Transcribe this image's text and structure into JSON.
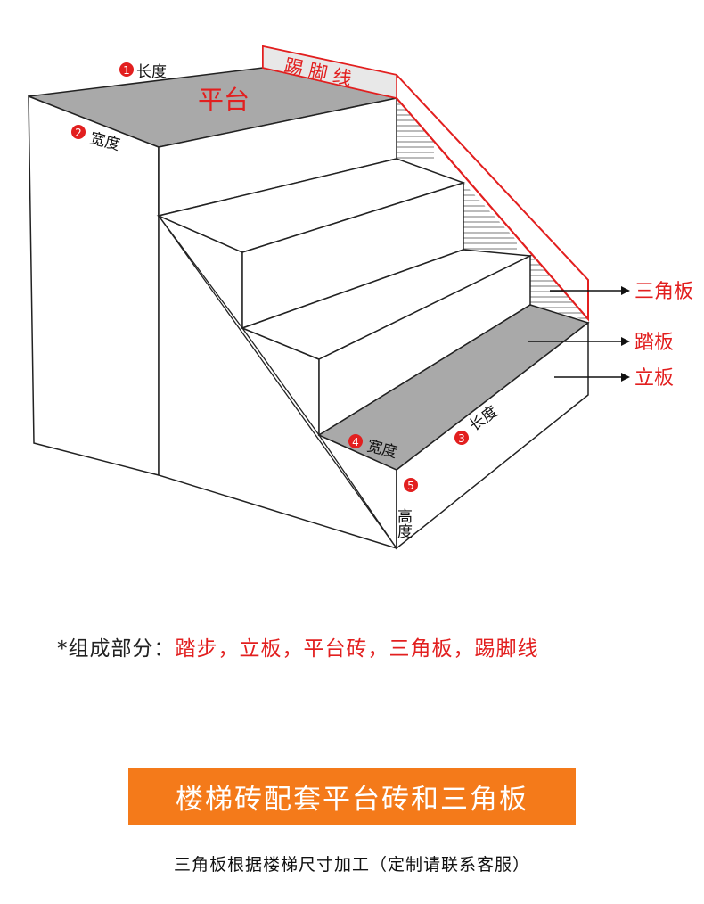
{
  "diagram": {
    "skirting_label": "踢 脚 线",
    "platform_label": "平台",
    "dimensions": [
      {
        "number": "1",
        "text": "长度"
      },
      {
        "number": "2",
        "text": "宽度"
      },
      {
        "number": "3",
        "text": "长度"
      },
      {
        "number": "4",
        "text": "宽度"
      },
      {
        "number": "5",
        "text": "高度"
      }
    ],
    "callouts": [
      {
        "label": "三角板"
      },
      {
        "label": "踏板"
      },
      {
        "label": "立板"
      }
    ]
  },
  "composition": {
    "prefix": "*组成部分：",
    "items": "踏步，立板，平台砖，三角板，踢脚线"
  },
  "banner": {
    "title": "楼梯砖配套平台砖和三角板"
  },
  "note": "三角板根据楼梯尺寸加工（定制请联系客服）",
  "colors": {
    "accent_red": "#e21f1f",
    "banner_orange": "#f47a1a",
    "tread_gray": "#a9a9a9"
  }
}
